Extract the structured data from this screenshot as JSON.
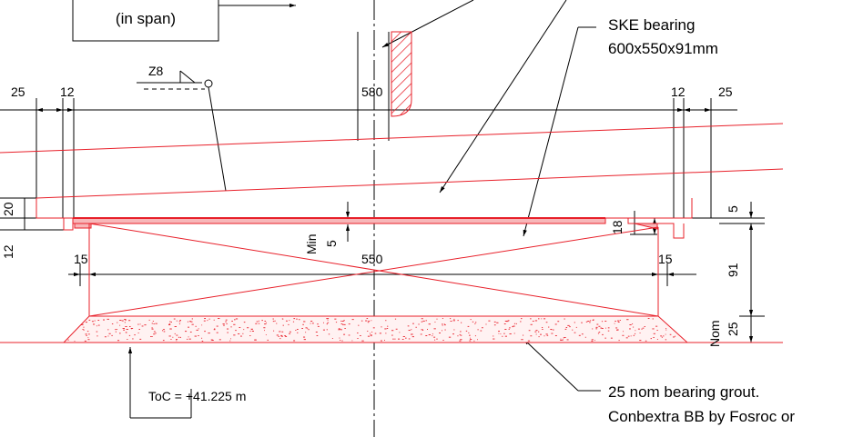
{
  "labels": {
    "in_span": "(in span)",
    "bearing_title": "SKE bearing",
    "bearing_size": "600x550x91mm",
    "z8": "Z8",
    "grout_line1": "25 nom bearing grout.",
    "grout_line2": "Conbextra BB by Fosroc or",
    "toc": "ToC = +41.225 m",
    "min": "Min",
    "nom": "Nom"
  },
  "dimensions": {
    "top_left_25": "25",
    "top_left_12": "12",
    "top_center_580": "580",
    "top_right_12": "12",
    "top_right_25": "25",
    "left_vertical_20": "20",
    "left_vertical_12": "12",
    "min_5": "5",
    "dim_18": "18",
    "right_5": "5",
    "left_15": "15",
    "center_550": "550",
    "right_15": "15",
    "right_91": "91",
    "right_25": "25"
  },
  "colors": {
    "red": "#e8202a",
    "red_fill": "#f7b7b9",
    "black": "#000000"
  }
}
